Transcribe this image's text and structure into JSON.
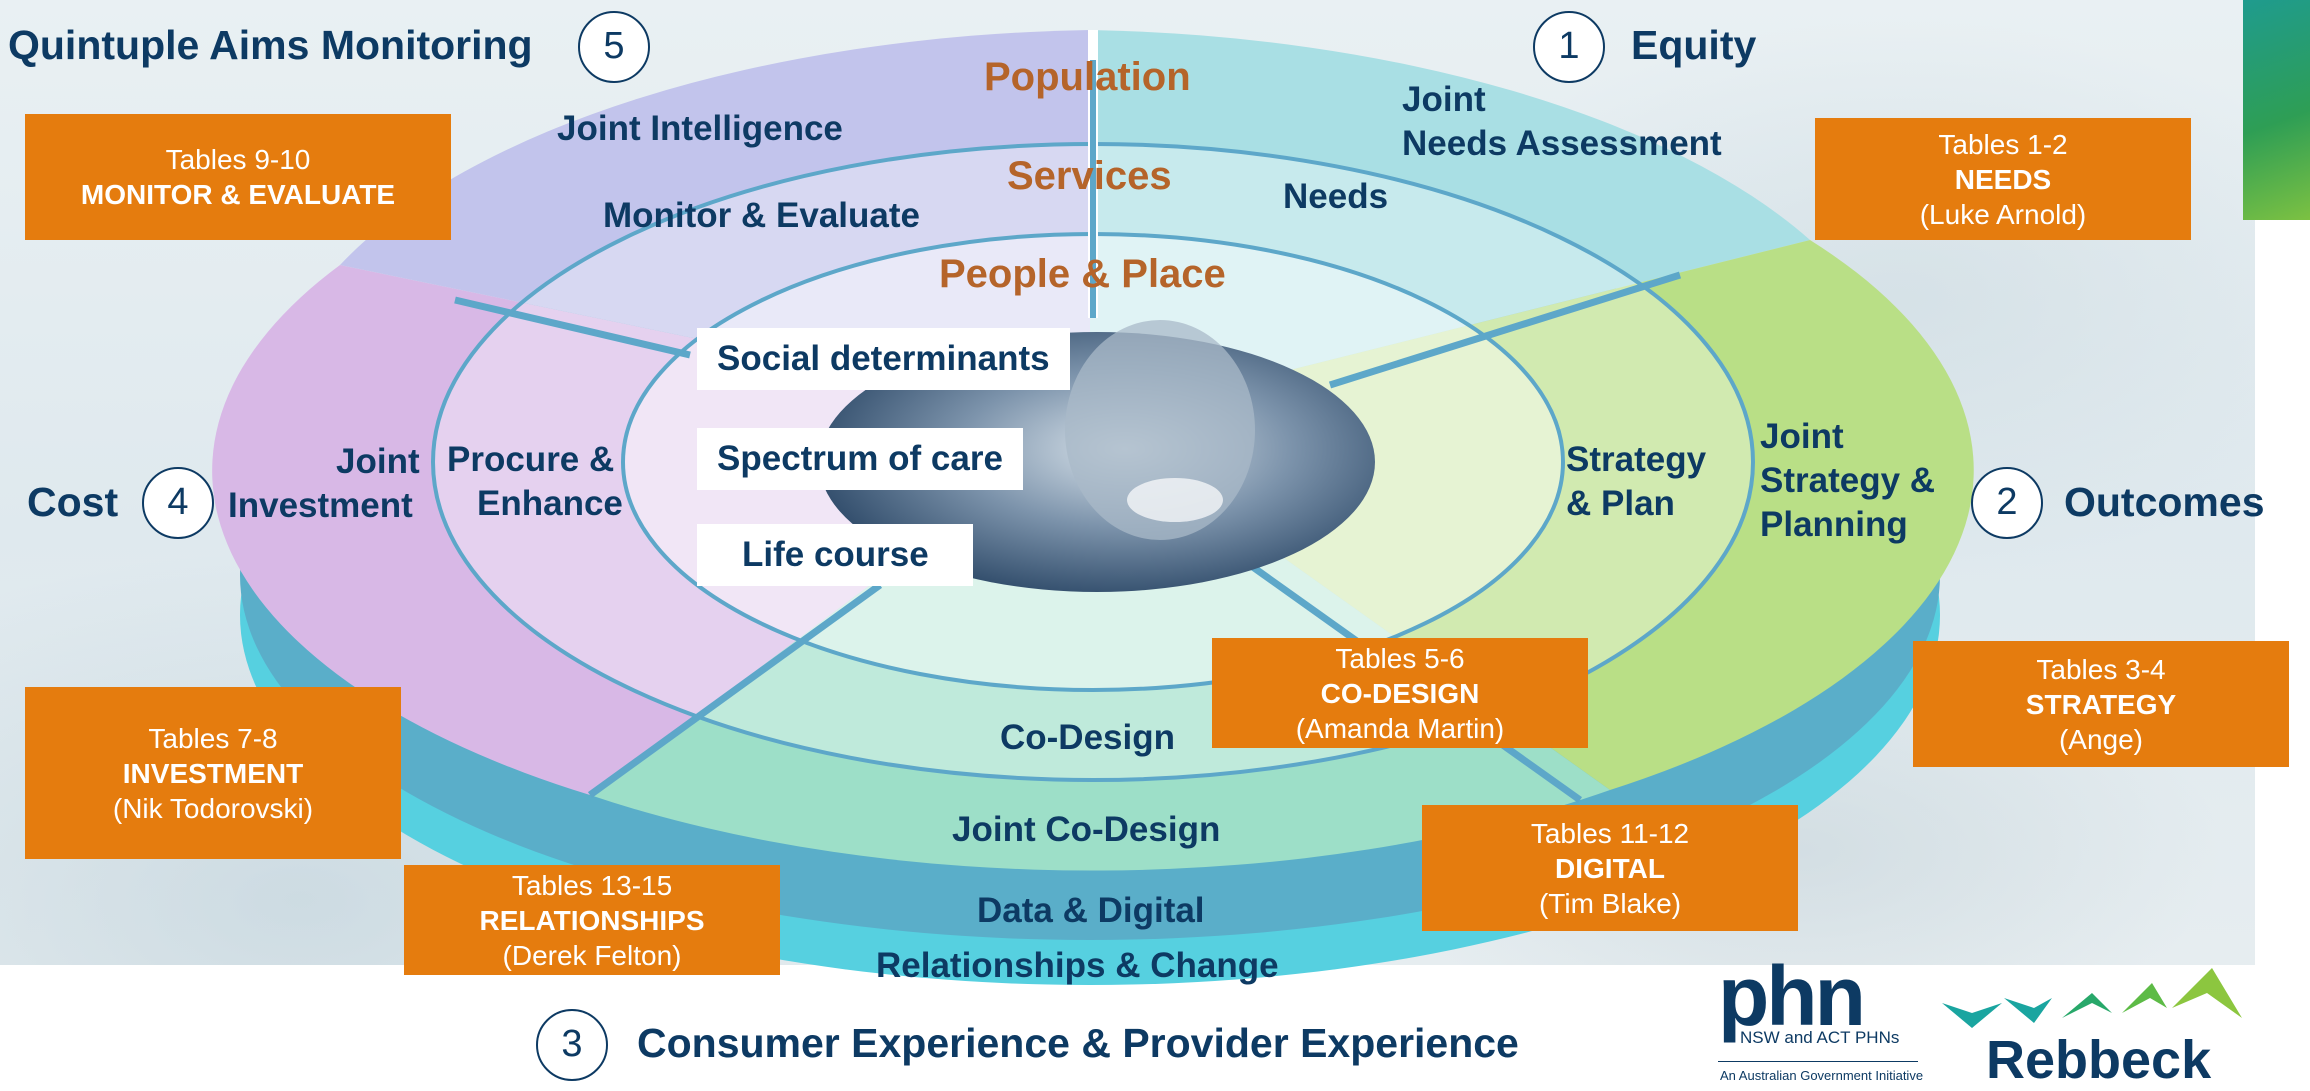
{
  "aims_title": "Quintuple Aims Monitoring",
  "aims": [
    {
      "num": "1",
      "label": "Equity"
    },
    {
      "num": "2",
      "label": "Outcomes"
    },
    {
      "num": "3",
      "label": "Consumer Experience & Provider Experience"
    },
    {
      "num": "4",
      "label": "Cost"
    },
    {
      "num": "5",
      "label": ""
    }
  ],
  "center": {
    "population": "Population",
    "services": "Services",
    "people_place": "People & Place",
    "chips": [
      "Social determinants",
      "Spectrum of care",
      "Life course"
    ]
  },
  "outer_ring": {
    "intelligence": "Joint Intelligence",
    "needs_line1": "Joint",
    "needs_line2": "Needs Assessment",
    "strategy_line1": "Joint",
    "strategy_line2": "Strategy &",
    "strategy_line3": "Planning",
    "investment_line1": "Joint",
    "investment_line2": "Investment",
    "codesign": "Joint Co-Design"
  },
  "middle_ring": {
    "monitor": "Monitor & Evaluate",
    "needs": "Needs",
    "strategy_line1": "Strategy",
    "strategy_line2": "& Plan",
    "procure_line1": "Procure &",
    "procure_line2": "Enhance",
    "codesign": "Co-Design"
  },
  "base_layers": {
    "data_digital": "Data & Digital",
    "relationships": "Relationships & Change"
  },
  "boxes": [
    {
      "tables": "Tables 9-10",
      "title": "MONITOR & EVALUATE",
      "person": ""
    },
    {
      "tables": "Tables 1-2",
      "title": "NEEDS",
      "person": "(Luke Arnold)"
    },
    {
      "tables": "Tables 3-4",
      "title": "STRATEGY",
      "person": "(Ange)"
    },
    {
      "tables": "Tables 5-6",
      "title": "CO-DESIGN",
      "person": "(Amanda Martin)"
    },
    {
      "tables": "Tables 7-8",
      "title": "INVESTMENT",
      "person": "(Nik Todorovski)"
    },
    {
      "tables": "Tables 13-15",
      "title": "RELATIONSHIPS",
      "person": "(Derek Felton)"
    },
    {
      "tables": "Tables 11-12",
      "title": "DIGITAL",
      "person": "(Tim Blake)"
    }
  ],
  "logos": {
    "phn": "phn",
    "phn_sub": "NSW and ACT PHNs",
    "phn_gov": "An Australian Government Initiative",
    "rebbeck": "Rebbeck"
  },
  "colors": {
    "navy": "#0d3a63",
    "orange": "#e57c0e",
    "brown": "#b5642a",
    "segment_population": "#a8dde3",
    "segment_monitor": "#c3c4ec",
    "segment_investment": "#d7b6e6",
    "segment_codesign": "#9edfc9",
    "segment_strategy": "#bde08a",
    "base_layer": "#5aaec9"
  }
}
